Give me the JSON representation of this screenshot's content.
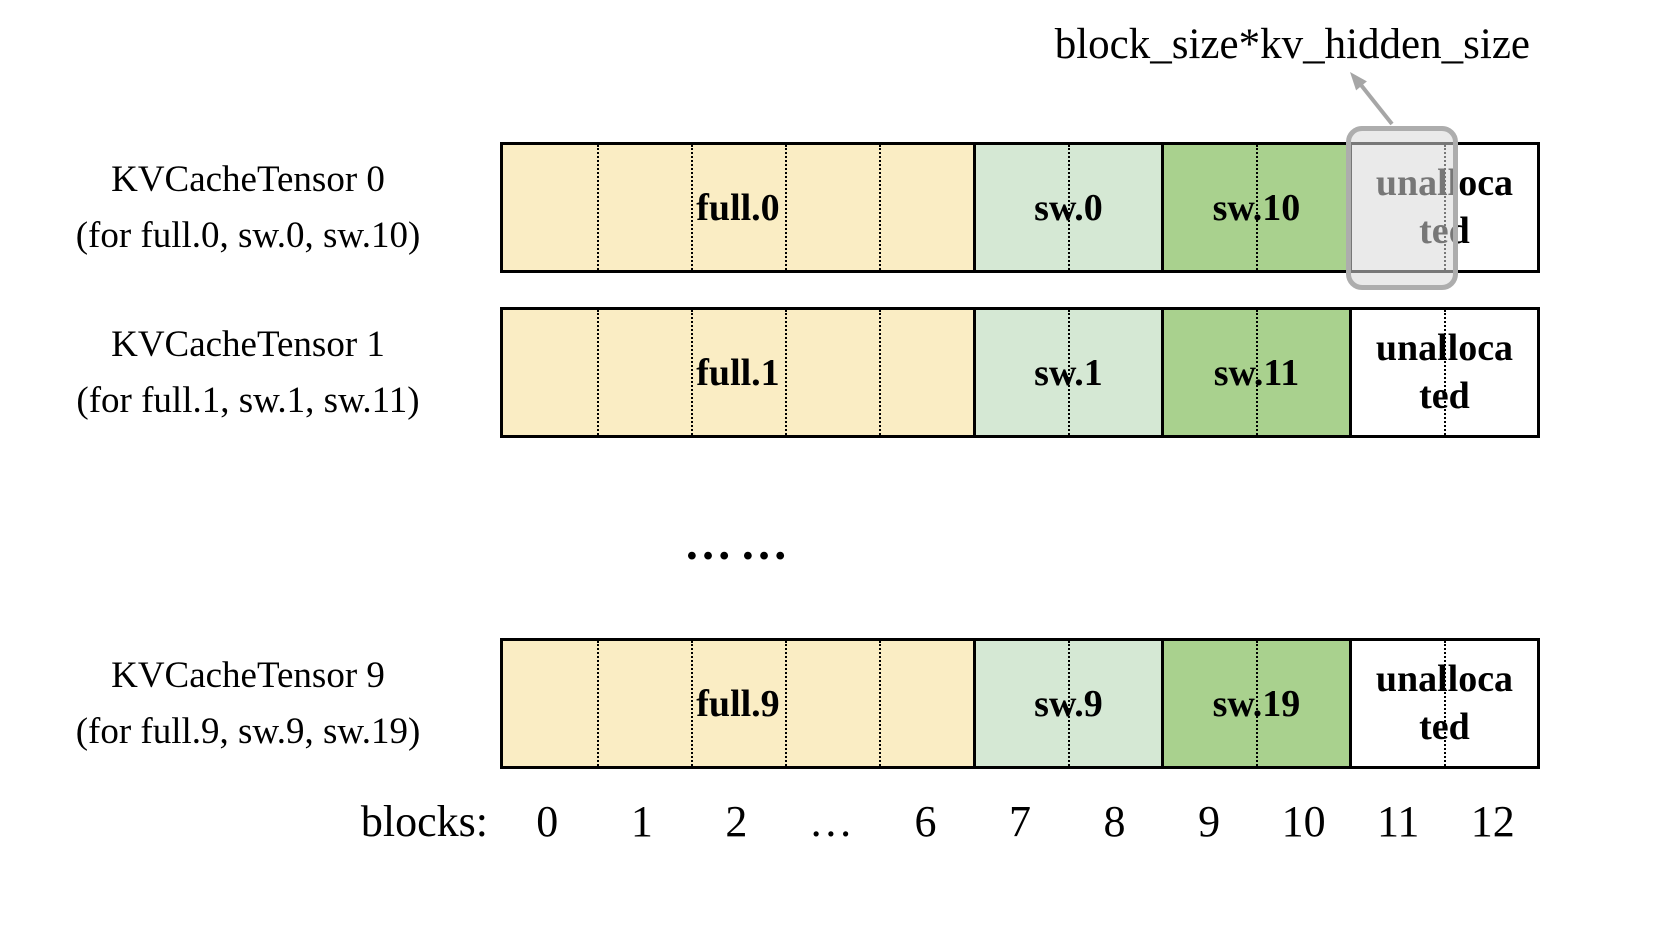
{
  "annotation": {
    "label": "block_size*kv_hidden_size"
  },
  "rows": [
    {
      "title": "KVCacheTensor 0",
      "subtitle": "(for full.0, sw.0, sw.10)",
      "segments": [
        {
          "label": "full.0"
        },
        {
          "label": "sw.0"
        },
        {
          "label": "sw.10"
        },
        {
          "label": "unalloca\nted"
        }
      ],
      "highlighted": true
    },
    {
      "title": "KVCacheTensor 1",
      "subtitle": "(for full.1, sw.1, sw.11)",
      "segments": [
        {
          "label": "full.1"
        },
        {
          "label": "sw.1"
        },
        {
          "label": "sw.11"
        },
        {
          "label": "unalloca\nted"
        }
      ],
      "highlighted": false
    },
    {
      "title": "KVCacheTensor 9",
      "subtitle": "(for full.9, sw.9, sw.19)",
      "segments": [
        {
          "label": "full.9"
        },
        {
          "label": "sw.9"
        },
        {
          "label": "sw.19"
        },
        {
          "label": "unalloca\nted"
        }
      ],
      "highlighted": false
    }
  ],
  "ellipsis": "……",
  "blocks_axis": {
    "label": "blocks:",
    "ticks": [
      "0",
      "1",
      "2",
      "…",
      "6",
      "7",
      "8",
      "9",
      "10",
      "11",
      "12"
    ]
  },
  "colors": {
    "full_block": "#FAEDC4",
    "sw_light_block": "#D5E8D4",
    "sw_dark_block": "#A9D18E",
    "unallocated_block": "#FFFFFF",
    "bar_border": "#000000",
    "highlight_border": "#ADADAD",
    "highlight_fill": "#D9D9D9",
    "arrow": "#A6A6A6"
  }
}
